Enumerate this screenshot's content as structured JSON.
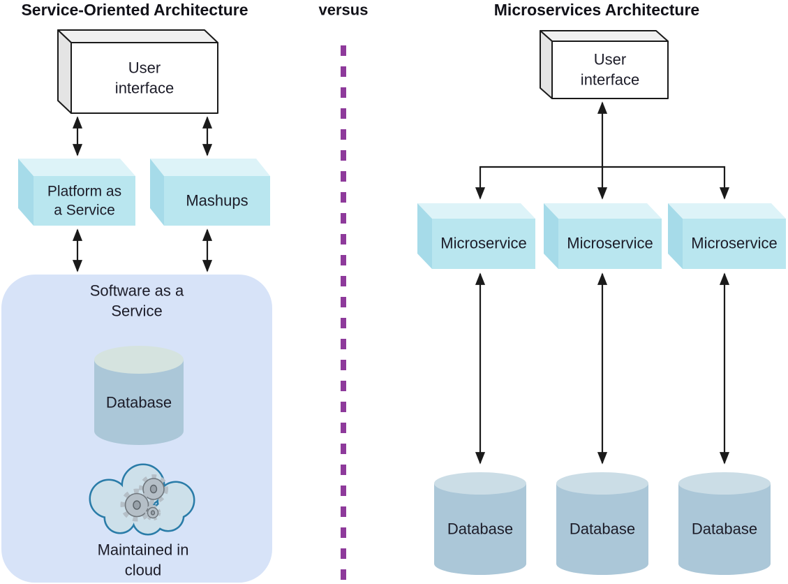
{
  "titles": {
    "soa": "Service-Oriented Architecture",
    "versus": "versus",
    "msa": "Microservices Architecture"
  },
  "soa": {
    "user_interface": "User\ninterface",
    "platform_as_a_service": "Platform as\na Service",
    "mashups": "Mashups",
    "software_as_a_service": "Software as a\nService",
    "database": "Database",
    "maintained_in_cloud": "Maintained in\ncloud"
  },
  "msa": {
    "user_interface": "User\ninterface",
    "services": [
      "Microservice",
      "Microservice",
      "Microservice"
    ],
    "databases": [
      "Database",
      "Database",
      "Database"
    ]
  },
  "colors": {
    "divider_purple": "#8e3a9b",
    "box_front_cyan": "#b9e6ef",
    "box_top_cyan": "#ddf3f8",
    "box_side_cyan": "#a6dbe9",
    "ui_box_front": "#ffffff",
    "ui_box_top": "#f0f0f0",
    "ui_box_side": "#e4e4e4",
    "saas_background": "#d7e3f8",
    "cylinder_body": "#abc7d8",
    "cylinder_top_left": "#d5e3df",
    "cylinder_top_right": "#cbdde6",
    "cloud_fill": "#cde0ea",
    "cloud_outline": "#2a7ca8",
    "gear_gray": "#b5bfc7",
    "arrow_black": "#1a1a1a",
    "text_dark": "#1c1c28"
  }
}
